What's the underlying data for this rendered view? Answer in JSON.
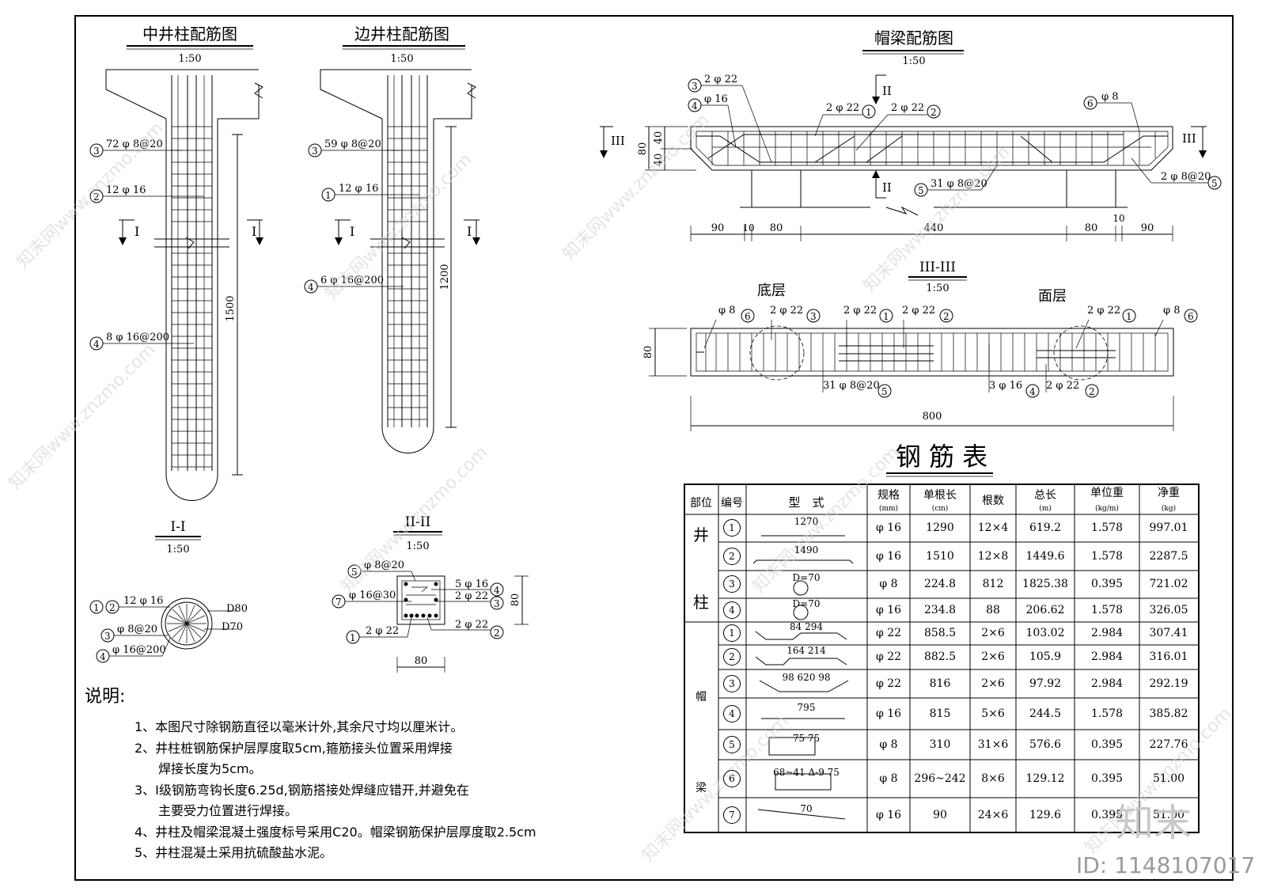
{
  "titles": {
    "mid_column": "中井柱配筋图",
    "edge_column": "边井柱配筋图",
    "cap_beam": "帽梁配筋图",
    "section_1": "I-I",
    "section_2": "II-II",
    "section_3": "III-III",
    "scale": "1:50",
    "rebar_table": "钢 筋 表",
    "bottom_layer": "底层",
    "top_layer": "面层"
  },
  "mid_column_labels": {
    "l3": "72 φ 8@20",
    "l2": "12 φ 16",
    "l4": "8 φ 16@200",
    "dim": "1500",
    "cut": "I"
  },
  "edge_column_labels": {
    "l3": "59 φ 8@20",
    "l1": "12 φ 16",
    "l4": "6 φ 16@200",
    "dim": "1200",
    "cut": "I"
  },
  "beam_labels": {
    "l3": "2 φ 22",
    "l4": "φ 16",
    "l1": "2 φ 22",
    "l2": "2 φ 22",
    "l6": "φ 8",
    "l5": "2 φ 8@20",
    "l5b": "31 φ 8@20",
    "cut2": "II",
    "cut3": "III",
    "h80": "80",
    "h40a": "40",
    "h40b": "40",
    "d90a": "90",
    "d10a": "10",
    "d80a": "80",
    "d440": "440",
    "d80b": "80",
    "d10b": "10",
    "d90b": "90"
  },
  "section3_labels": {
    "a": "φ 8",
    "b": "2 φ 22",
    "c": "2 φ 22",
    "d": "2 φ 22",
    "e": "2 φ 22",
    "f": "φ 8",
    "g": "31 φ 8@20",
    "h": "3 φ 16",
    "i": "2 φ 22",
    "h80": "80",
    "w800": "800"
  },
  "section1_labels": {
    "a": "12 φ 16",
    "b": "φ 8@20",
    "c": "φ 16@200",
    "d1": "D80",
    "d2": "D70"
  },
  "section2_labels": {
    "a": "φ 8@20",
    "b": "φ 16@30",
    "c": "2 φ 22",
    "r1": "5 φ 16",
    "r2": "2 φ 22",
    "r3": "2 φ 22",
    "h80": "80",
    "w80": "80"
  },
  "notes": {
    "heading": "说明:",
    "items": [
      "1、本图尺寸除钢筋直径以毫米计外,其余尺寸均以厘米计。",
      "2、井柱桩钢筋保护层厚度取5cm,箍筋接头位置采用焊接",
      "焊接长度为5cm。",
      "3、I级钢筋弯钩长度6.25d,钢筋搭接处焊缝应错开,并避免在",
      "主要受力位置进行焊接。",
      "4、井柱及帽梁混凝土强度标号采用C20。帽梁钢筋保护层厚度取2.5cm",
      "5、井柱混凝土采用抗硫酸盐水泥。"
    ]
  },
  "table": {
    "headers": [
      "部位",
      "编号",
      "型　式",
      "规格",
      "单根长",
      "根数",
      "总长",
      "单位重",
      "净重"
    ],
    "units": [
      "",
      "",
      "",
      "(mm)",
      "(cm)",
      "",
      "(m)",
      "(kg/m)",
      "(kg)"
    ],
    "group1": [
      "井",
      "柱"
    ],
    "group2": [
      "帽",
      "梁"
    ],
    "rows": [
      {
        "no": "1",
        "shape": "1270",
        "spec": "φ 16",
        "len": "1290",
        "count": "12×4",
        "total": "619.2",
        "unit": "1.578",
        "net": "997.01"
      },
      {
        "no": "2",
        "shape": "1490",
        "spec": "φ 16",
        "len": "1510",
        "count": "12×8",
        "total": "1449.6",
        "unit": "1.578",
        "net": "2287.5"
      },
      {
        "no": "3",
        "shape": "D=70",
        "spec": "φ 8",
        "len": "224.8",
        "count": "812",
        "total": "1825.38",
        "unit": "0.395",
        "net": "721.02"
      },
      {
        "no": "4",
        "shape": "D=70",
        "spec": "φ 16",
        "len": "234.8",
        "count": "88",
        "total": "206.62",
        "unit": "1.578",
        "net": "326.05"
      },
      {
        "no": "1",
        "shape": "84  294",
        "spec": "φ 22",
        "len": "858.5",
        "count": "2×6",
        "total": "103.02",
        "unit": "2.984",
        "net": "307.41"
      },
      {
        "no": "2",
        "shape": "164  214",
        "spec": "φ 22",
        "len": "882.5",
        "count": "2×6",
        "total": "105.9",
        "unit": "2.984",
        "net": "316.01"
      },
      {
        "no": "3",
        "shape": "98  620  98",
        "spec": "φ 22",
        "len": "816",
        "count": "2×6",
        "total": "97.92",
        "unit": "2.984",
        "net": "292.19"
      },
      {
        "no": "4",
        "shape": "795",
        "spec": "φ 16",
        "len": "815",
        "count": "5×6",
        "total": "244.5",
        "unit": "1.578",
        "net": "385.82"
      },
      {
        "no": "5",
        "shape": "75  75",
        "spec": "φ 8",
        "len": "310",
        "count": "31×6",
        "total": "576.6",
        "unit": "0.395",
        "net": "227.76"
      },
      {
        "no": "6",
        "shape": "68~41 Δ-9  75",
        "spec": "φ 8",
        "len": "296~242",
        "count": "8×6",
        "total": "129.12",
        "unit": "0.395",
        "net": "51.00"
      },
      {
        "no": "7",
        "shape": "70",
        "spec": "φ 16",
        "len": "90",
        "count": "24×6",
        "total": "129.6",
        "unit": "0.395",
        "net": "51.00"
      }
    ]
  },
  "watermark": {
    "text": "知末网www.znzmo.com",
    "brand": "知末",
    "id": "ID: 1148107017"
  }
}
